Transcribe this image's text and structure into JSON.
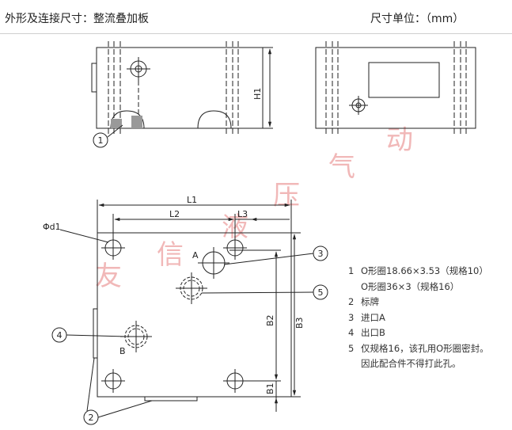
{
  "header": {
    "title": "外形及连接尺寸：整流叠加板",
    "unit": "尺寸单位：（mm）"
  },
  "dimensions": {
    "L1": "L1",
    "L2": "L2",
    "L3": "L3",
    "H1": "H1",
    "B1": "B1",
    "B2": "B2",
    "B3": "B3",
    "phi": "Φd1"
  },
  "ports": {
    "A": "A",
    "B": "B"
  },
  "callouts": [
    "1",
    "2",
    "3",
    "4",
    "5"
  ],
  "watermark": [
    "友",
    "信",
    "液",
    "压",
    "气",
    "动"
  ],
  "notes": [
    {
      "num": "1",
      "text": "O形圈18.66×3.53（规格10）"
    },
    {
      "num": "",
      "text": "O形圈36×3（规格16）"
    },
    {
      "num": "2",
      "text": "标牌"
    },
    {
      "num": "3",
      "text": "进口A"
    },
    {
      "num": "4",
      "text": "出口B"
    },
    {
      "num": "5",
      "text": "仅规格16，该孔用O形圈密封。"
    },
    {
      "num": "",
      "text": "因此配合件不得打此孔。"
    }
  ]
}
